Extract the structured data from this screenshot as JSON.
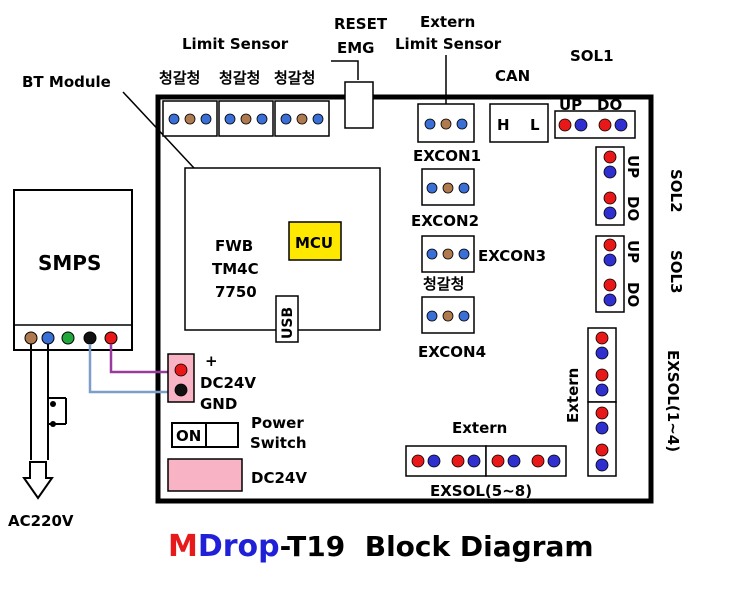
{
  "title": {
    "m": "M",
    "drop": "Drop",
    "rest": "-T19  Block Diagram"
  },
  "labels": {
    "smps": "SMPS",
    "ac220v": "AC220V",
    "bt_module": "BT Module",
    "limit_sensor": "Limit Sensor",
    "limit_colors": "청갈청",
    "reset_line1": "RESET",
    "reset_line2": "EMG",
    "extern_limit_line1": "Extern",
    "extern_limit_line2": "Limit Sensor",
    "can": "CAN",
    "can_h": "H",
    "can_l": "L",
    "sol1": "SOL1",
    "sol1_up": "UP",
    "sol1_do": "DO",
    "sol2": "SOL2",
    "sol3": "SOL3",
    "up": "UP",
    "do": "DO",
    "excon1": "EXCON1",
    "excon2": "EXCON2",
    "excon3": "EXCON3",
    "excon4": "EXCON4",
    "excon4_colors": "청갈청",
    "fwb_line1": "FWB",
    "fwb_line2": "TM4C",
    "fwb_line3": "7750",
    "mcu": "MCU",
    "usb": "USB",
    "plus": "+",
    "dc24v": "DC24V",
    "gnd": "GND",
    "power_line1": "Power",
    "power_line2": "Switch",
    "on": "ON",
    "dc24v_jack": "DC24V",
    "extern_exsol": "Extern",
    "exsol14": "EXSOL(1~4)",
    "extern_right": "Extern",
    "exsol58": "EXSOL(5~8)"
  },
  "colors": {
    "blue": "#3a6fd6",
    "brown": "#b07a50",
    "red": "#e81818",
    "dark_blue": "#2f2fd0",
    "green": "#21a83c",
    "black": "#111111",
    "mcu_yellow": "#ffe800",
    "pink": "#f8b4c4",
    "wire_purple": "#9a3aa0",
    "wire_blue": "#7d9ec8",
    "title_red": "#e61a1a",
    "title_blue": "#2020d8"
  }
}
